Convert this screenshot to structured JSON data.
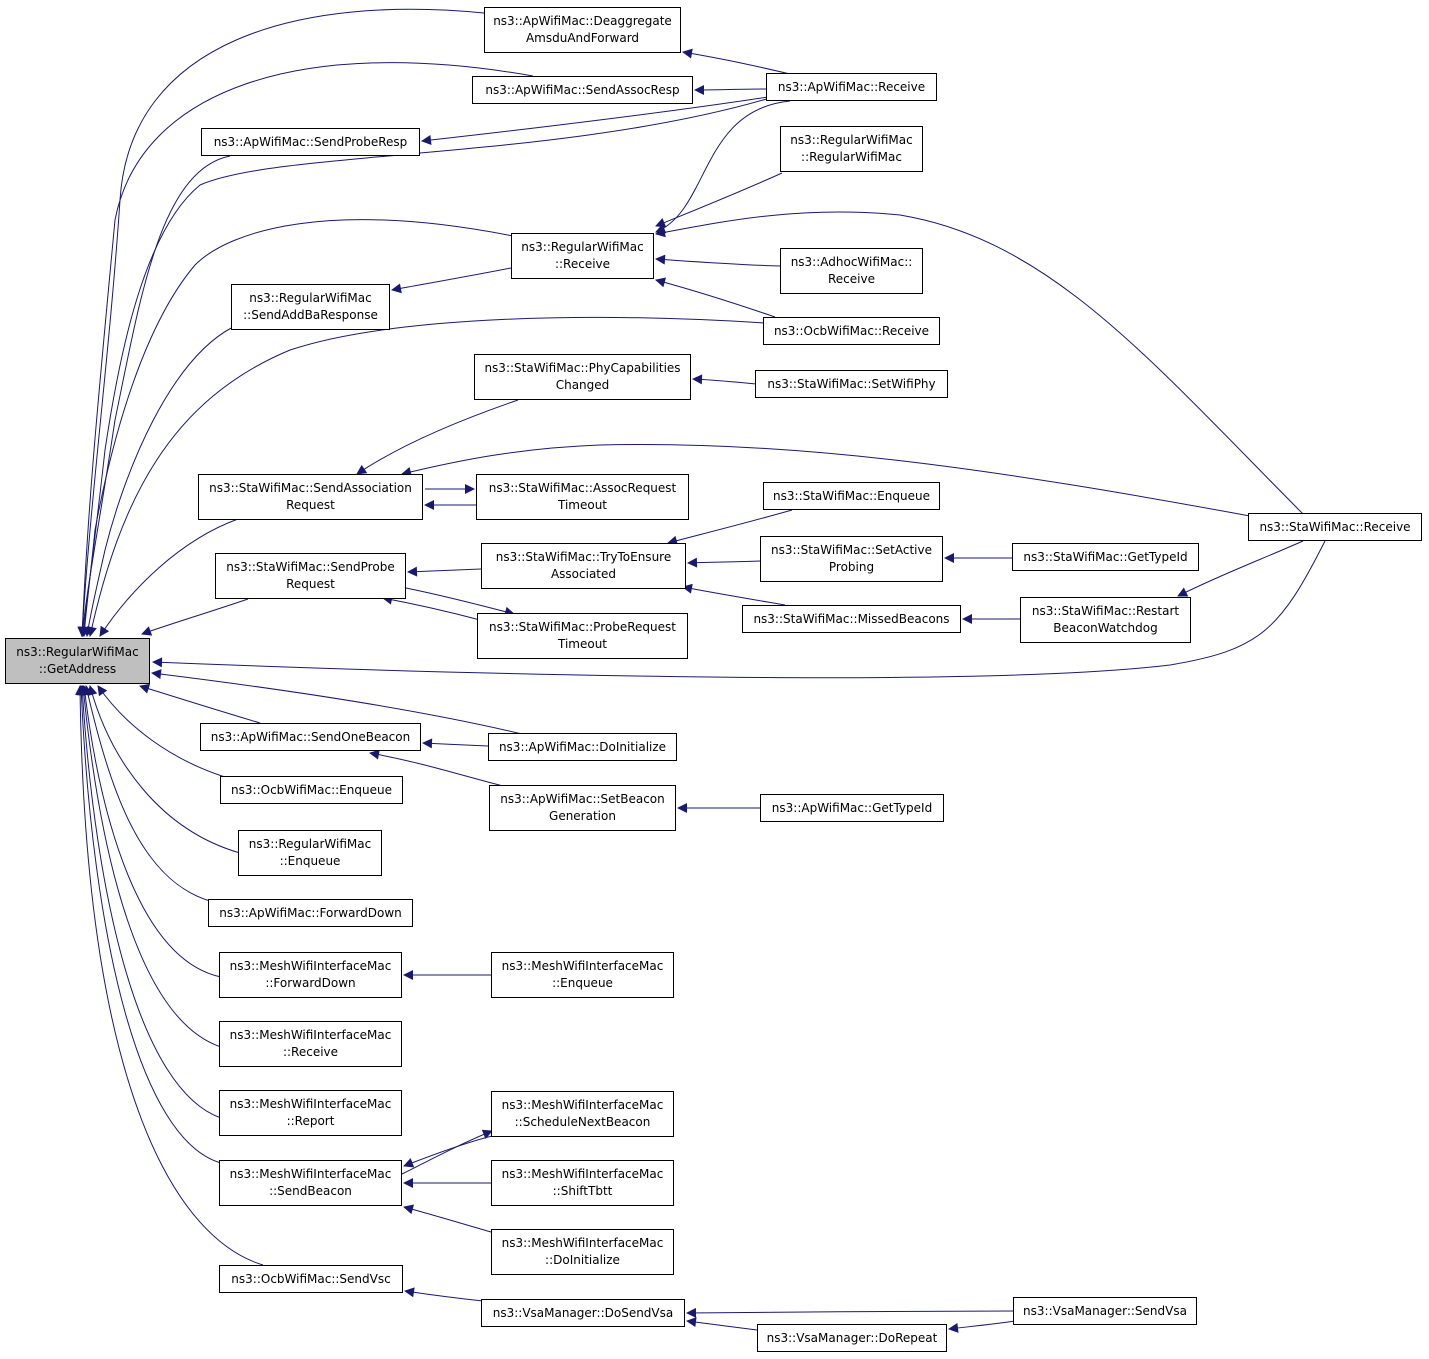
{
  "style": {
    "edge_color": "#191970",
    "root_fill": "#bfbfbf",
    "node_fill": "#ffffff",
    "border": "#000000"
  },
  "nodes": {
    "getaddress": {
      "l1": "ns3::RegularWifiMac",
      "l2": "::GetAddress"
    },
    "deaggregate": {
      "l1": "ns3::ApWifiMac::Deaggregate",
      "l2": "AmsduAndForward"
    },
    "sendassocresp": {
      "l1": "ns3::ApWifiMac::SendAssocResp"
    },
    "apreceive": {
      "l1": "ns3::ApWifiMac::Receive"
    },
    "sendproberesp": {
      "l1": "ns3::ApWifiMac::SendProbeResp"
    },
    "regularwifimac_ctor": {
      "l1": "ns3::RegularWifiMac",
      "l2": "::RegularWifiMac"
    },
    "regularreceive": {
      "l1": "ns3::RegularWifiMac",
      "l2": "::Receive"
    },
    "adhocreceive": {
      "l1": "ns3::AdhocWifiMac::",
      "l2": "Receive"
    },
    "sendaddbaresponse": {
      "l1": "ns3::RegularWifiMac",
      "l2": "::SendAddBaResponse"
    },
    "ocbreceive": {
      "l1": "ns3::OcbWifiMac::Receive"
    },
    "phycapabilities": {
      "l1": "ns3::StaWifiMac::PhyCapabilities",
      "l2": "Changed"
    },
    "setwifiphy": {
      "l1": "ns3::StaWifiMac::SetWifiPhy"
    },
    "sendassociation": {
      "l1": "ns3::StaWifiMac::SendAssociation",
      "l2": "Request"
    },
    "assocrequesttimeout": {
      "l1": "ns3::StaWifiMac::AssocRequest",
      "l2": "Timeout"
    },
    "staenqueue": {
      "l1": "ns3::StaWifiMac::Enqueue"
    },
    "stareceive": {
      "l1": "ns3::StaWifiMac::Receive"
    },
    "sendproberequest": {
      "l1": "ns3::StaWifiMac::SendProbe",
      "l2": "Request"
    },
    "trytoensure": {
      "l1": "ns3::StaWifiMac::TryToEnsure",
      "l2": "Associated"
    },
    "setactiveprobing": {
      "l1": "ns3::StaWifiMac::SetActive",
      "l2": "Probing"
    },
    "stagettypeid": {
      "l1": "ns3::StaWifiMac::GetTypeId"
    },
    "proberequesttimeout": {
      "l1": "ns3::StaWifiMac::ProbeRequest",
      "l2": "Timeout"
    },
    "missedbeacons": {
      "l1": "ns3::StaWifiMac::MissedBeacons"
    },
    "restartbeacon": {
      "l1": "ns3::StaWifiMac::Restart",
      "l2": "BeaconWatchdog"
    },
    "sendonebeacon": {
      "l1": "ns3::ApWifiMac::SendOneBeacon"
    },
    "apdoinitialize": {
      "l1": "ns3::ApWifiMac::DoInitialize"
    },
    "ocbenqueue": {
      "l1": "ns3::OcbWifiMac::Enqueue"
    },
    "setbeacongeneration": {
      "l1": "ns3::ApWifiMac::SetBeacon",
      "l2": "Generation"
    },
    "apgettypeid": {
      "l1": "ns3::ApWifiMac::GetTypeId"
    },
    "regularenqueue": {
      "l1": "ns3::RegularWifiMac",
      "l2": "::Enqueue"
    },
    "apforwarddown": {
      "l1": "ns3::ApWifiMac::ForwardDown"
    },
    "meshforwarddown": {
      "l1": "ns3::MeshWifiInterfaceMac",
      "l2": "::ForwardDown"
    },
    "meshenqueue": {
      "l1": "ns3::MeshWifiInterfaceMac",
      "l2": "::Enqueue"
    },
    "meshreceive": {
      "l1": "ns3::MeshWifiInterfaceMac",
      "l2": "::Receive"
    },
    "meshreport": {
      "l1": "ns3::MeshWifiInterfaceMac",
      "l2": "::Report"
    },
    "meshschedulenextbeacon": {
      "l1": "ns3::MeshWifiInterfaceMac",
      "l2": "::ScheduleNextBeacon"
    },
    "meshsendbeacon": {
      "l1": "ns3::MeshWifiInterfaceMac",
      "l2": "::SendBeacon"
    },
    "meshshifttbtt": {
      "l1": "ns3::MeshWifiInterfaceMac",
      "l2": "::ShiftTbtt"
    },
    "meshdoinitialize": {
      "l1": "ns3::MeshWifiInterfaceMac",
      "l2": "::DoInitialize"
    },
    "ocbsendvsc": {
      "l1": "ns3::OcbWifiMac::SendVsc"
    },
    "vsadosendvsa": {
      "l1": "ns3::VsaManager::DoSendVsa"
    },
    "vsasendvsa": {
      "l1": "ns3::VsaManager::SendVsa"
    },
    "vsadorepeat": {
      "l1": "ns3::VsaManager::DoRepeat"
    }
  }
}
